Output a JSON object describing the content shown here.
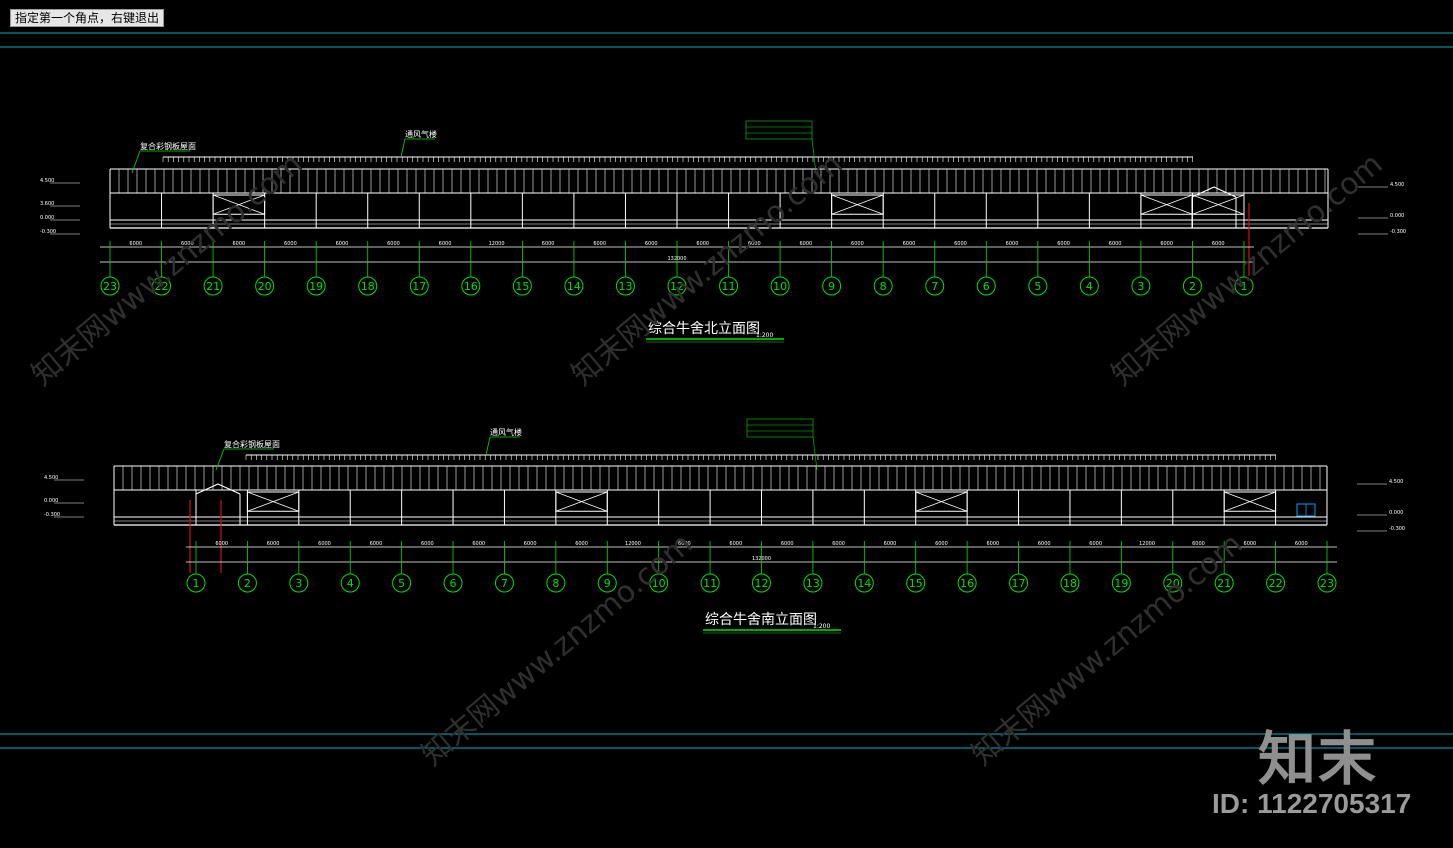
{
  "command_prompt": "指定第一个角点，右键退出",
  "colors": {
    "background": "#000000",
    "frame_line": "#00b4c8",
    "building": "#ffffff",
    "grid_axis": "#00e000",
    "annotation": "#00e000",
    "axis_mark_red": "#d01010"
  },
  "north_elevation": {
    "title": "综合牛舍北立面图",
    "scale": "1:200",
    "roof_label": "复合彩钢板屋面",
    "vent_label": "通风气楼",
    "axes": [
      "23",
      "22",
      "21",
      "20",
      "19",
      "18",
      "17",
      "16",
      "15",
      "14",
      "13",
      "12",
      "11",
      "10",
      "9",
      "8",
      "7",
      "6",
      "5",
      "4",
      "3",
      "2",
      "1"
    ],
    "bay_dims": [
      "6000",
      "6000",
      "6000",
      "6000",
      "6000",
      "6000",
      "6000",
      "12000",
      "6000",
      "6000",
      "6000",
      "6000",
      "6000",
      "6000",
      "6000",
      "6000",
      "6000",
      "6000",
      "6000",
      "6000",
      "6000",
      "6000"
    ],
    "total_dim": "132000",
    "elev_left": [
      "4.500",
      "3.600",
      "0.000",
      "-0.300"
    ],
    "elev_right": [
      "4.500",
      "0.000",
      "-0.300"
    ]
  },
  "south_elevation": {
    "title": "综合牛舍南立面图",
    "scale": "1:200",
    "roof_label": "复合彩钢板屋面",
    "vent_label": "通风气楼",
    "axes": [
      "1",
      "2",
      "3",
      "4",
      "5",
      "6",
      "7",
      "8",
      "9",
      "10",
      "11",
      "12",
      "13",
      "14",
      "15",
      "16",
      "17",
      "18",
      "19",
      "20",
      "21",
      "22",
      "23"
    ],
    "bay_dims": [
      "6000",
      "6000",
      "6000",
      "6000",
      "6000",
      "6000",
      "6000",
      "6000",
      "12000",
      "6000",
      "6000",
      "6000",
      "6000",
      "6000",
      "6000",
      "6000",
      "6000",
      "6000",
      "12000",
      "6000",
      "6000",
      "6000"
    ],
    "total_dim": "132000",
    "elev_left": [
      "4.500",
      "0.000",
      "-0.300"
    ],
    "elev_right": [
      "4.500",
      "0.000",
      "-0.300"
    ]
  },
  "watermark": {
    "logo": "知末",
    "id": "ID: 1122705317",
    "diagonal": "知末网www.znzmo.com"
  }
}
